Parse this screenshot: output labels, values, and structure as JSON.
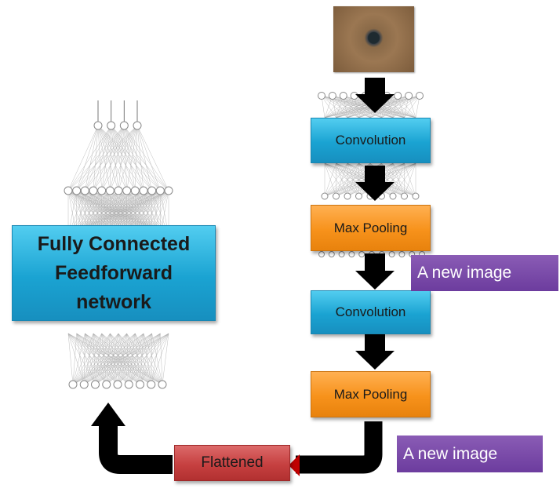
{
  "fc_block": {
    "line1": "Fully Connected",
    "line2": "Feedforward",
    "line3": "network"
  },
  "cnn": {
    "conv1": "Convolution",
    "pool1": "Max Pooling",
    "conv2": "Convolution",
    "pool2": "Max Pooling"
  },
  "notes": {
    "new_image_1": "A new image",
    "new_image_2": "A new image"
  },
  "flatten": {
    "label": "Flattened"
  },
  "colors": {
    "blue": "#1aa3d2",
    "orange": "#f7921b",
    "red": "#c64040",
    "purple": "#6c3c9e",
    "arrow": "#000000"
  },
  "icons": {
    "input": "input-image-photo",
    "arrows": "black-down-arrow"
  }
}
